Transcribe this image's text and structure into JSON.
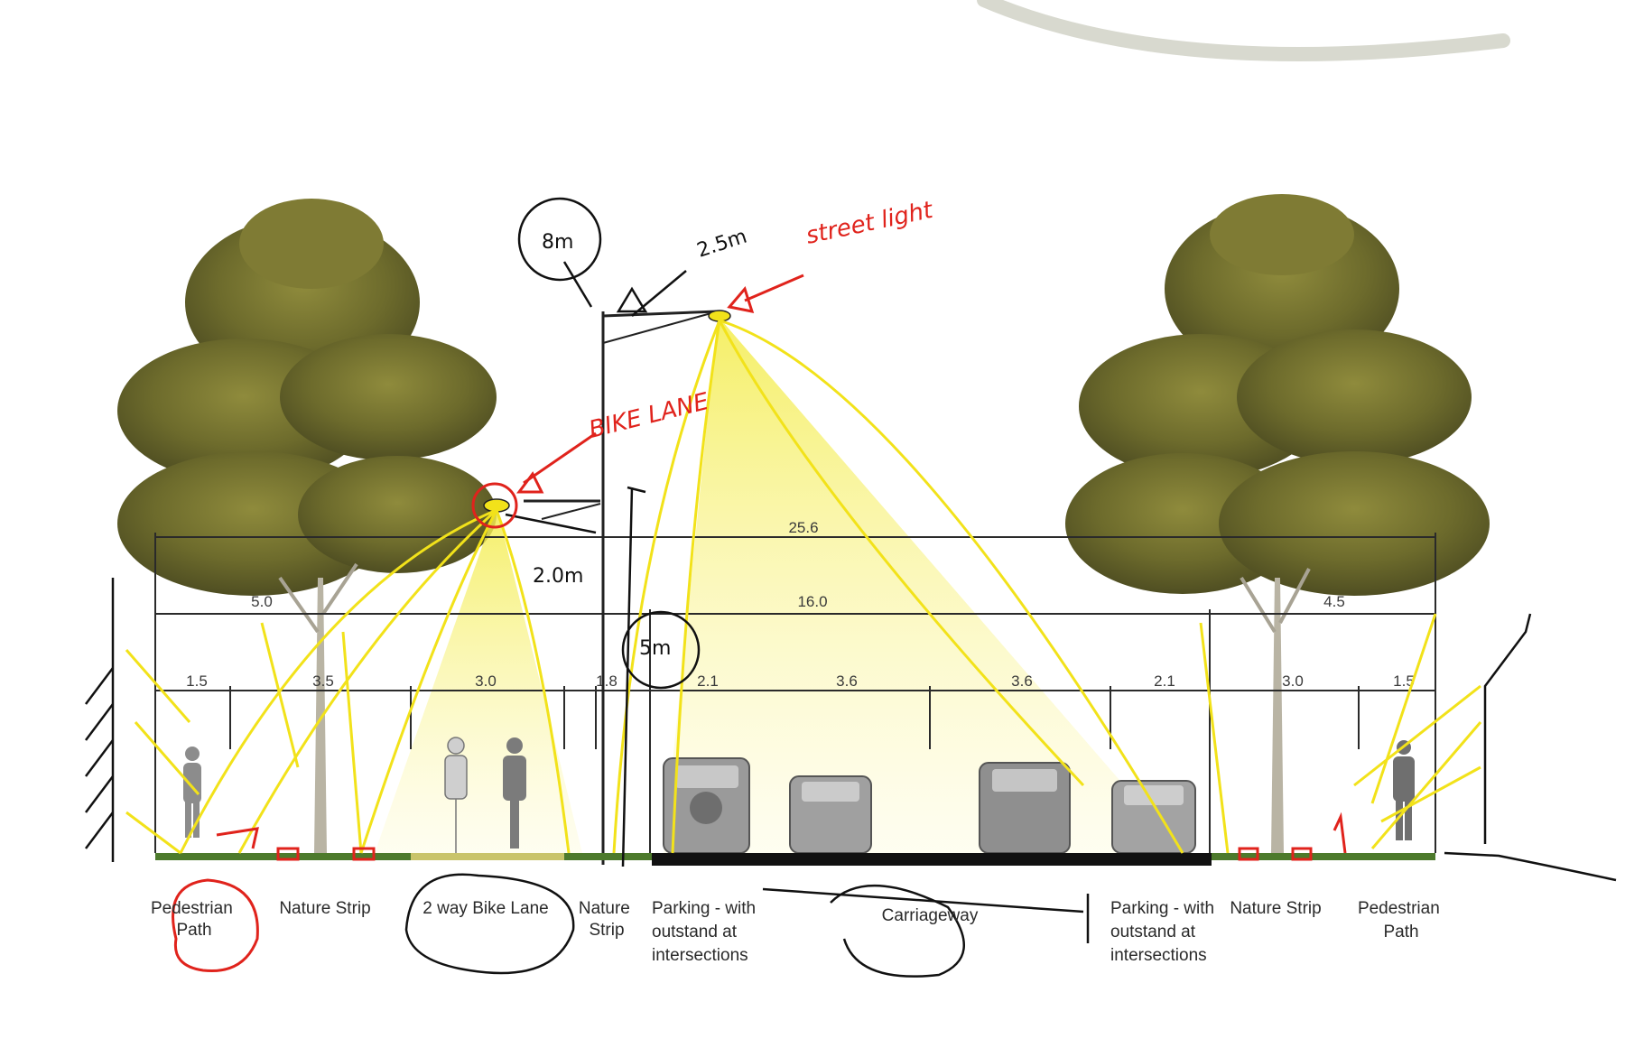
{
  "diagram": {
    "dimensions": {
      "overall": "25.6",
      "road": "16.0",
      "left_verge": "5.0",
      "right_verge": "4.5",
      "ped_left": "1.5",
      "nature_left": "3.5",
      "bike": "3.0",
      "nature_mid": "1.8",
      "park_left": "2.1",
      "lane_left": "3.6",
      "lane_right": "3.6",
      "park_right": "2.1",
      "nature_right": "3.0",
      "ped_right": "1.5"
    },
    "zones": {
      "ped_left": [
        "Pedestrian",
        "Path"
      ],
      "nature_left": "Nature Strip",
      "bike": "2 way Bike Lane",
      "nature_mid": [
        "Nature",
        "Strip"
      ],
      "park_left": [
        "Parking - with",
        "outstand at",
        "intersections"
      ],
      "carriageway": "Carriageway",
      "park_right": [
        "Parking - with",
        "outstand at",
        "intersections"
      ],
      "nature_right": "Nature Strip",
      "ped_right": [
        "Pedestrian",
        "Path"
      ]
    },
    "annotations": {
      "pole_height": "8m",
      "arm_length": "2.5m",
      "street_light": "street light",
      "bike_lane": "BIKE LANE",
      "bike_arm": "2.0m",
      "bike_height": "5m"
    },
    "colors": {
      "light_cone": "#f7f06a",
      "light_ray": "#f2e21a",
      "red_ink": "#e0231c",
      "black_ink": "#111111",
      "foliage": "#6d6b2c"
    }
  }
}
